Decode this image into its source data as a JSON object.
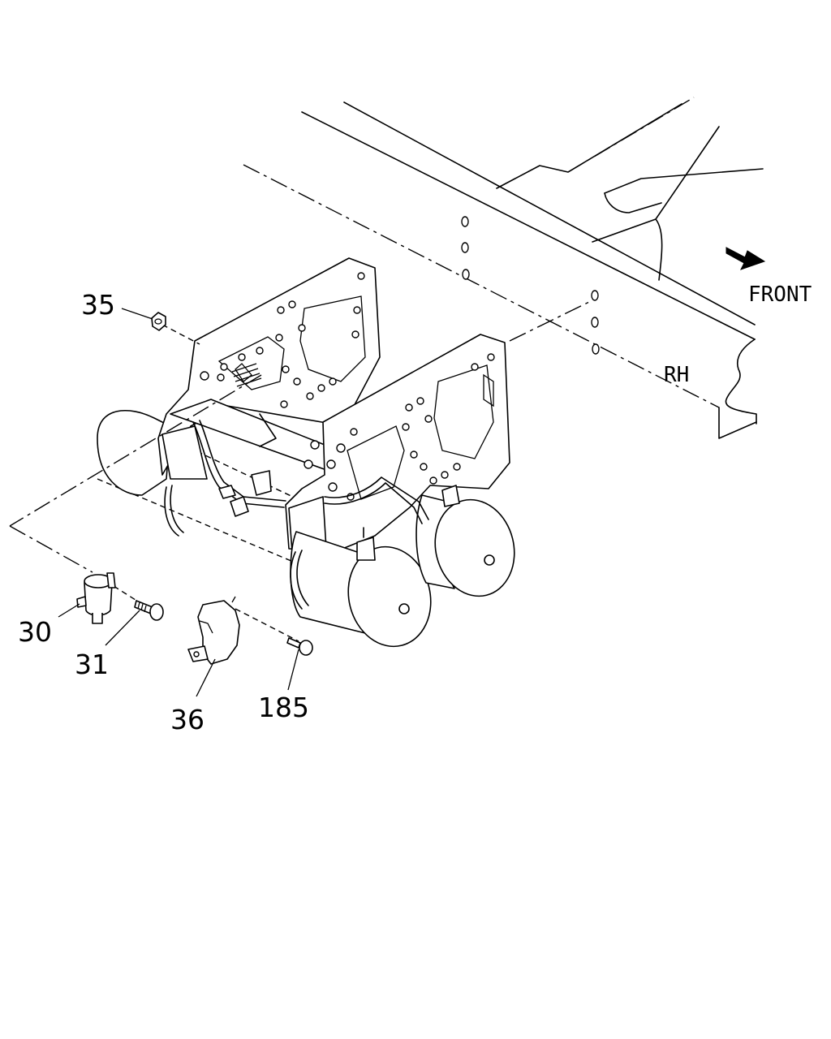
{
  "callouts": {
    "c35": "35",
    "c30": "30",
    "c31": "31",
    "c36": "36",
    "c185": "185"
  },
  "annotations": {
    "front": "FRONT",
    "rh": "RH"
  },
  "icons": {
    "direction": "front-arrow-icon"
  }
}
